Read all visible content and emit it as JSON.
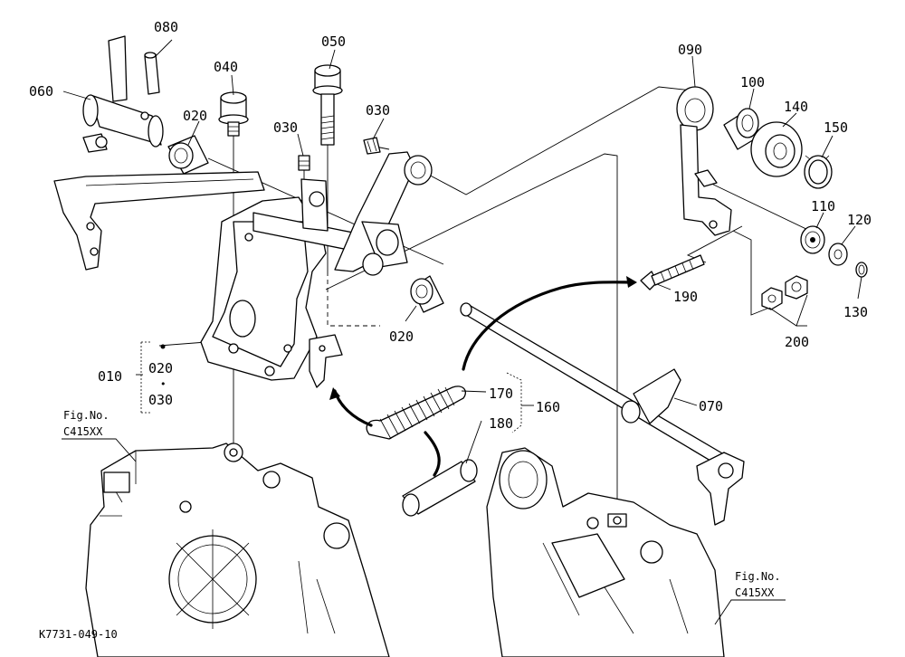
{
  "labels": {
    "p010": "010",
    "p020_a": "020",
    "p020_b": "020",
    "p020_c": "020",
    "p030_a": "030",
    "p030_b": "030",
    "p030_c": "030",
    "p040": "040",
    "p050": "050",
    "p060": "060",
    "p070": "070",
    "p080": "080",
    "p090": "090",
    "p100": "100",
    "p110": "110",
    "p120": "120",
    "p130": "130",
    "p140": "140",
    "p150": "150",
    "p160": "160",
    "p170": "170",
    "p180": "180",
    "p190": "190",
    "p200": "200"
  },
  "fig_refs": {
    "left": {
      "line1": "Fig.No.",
      "line2": "C415XX"
    },
    "right": {
      "line1": "Fig.No.",
      "line2": "C415XX"
    }
  },
  "drawing_id": "K7731-049-10",
  "colors": {
    "ink": "#000000",
    "paper": "#ffffff"
  }
}
